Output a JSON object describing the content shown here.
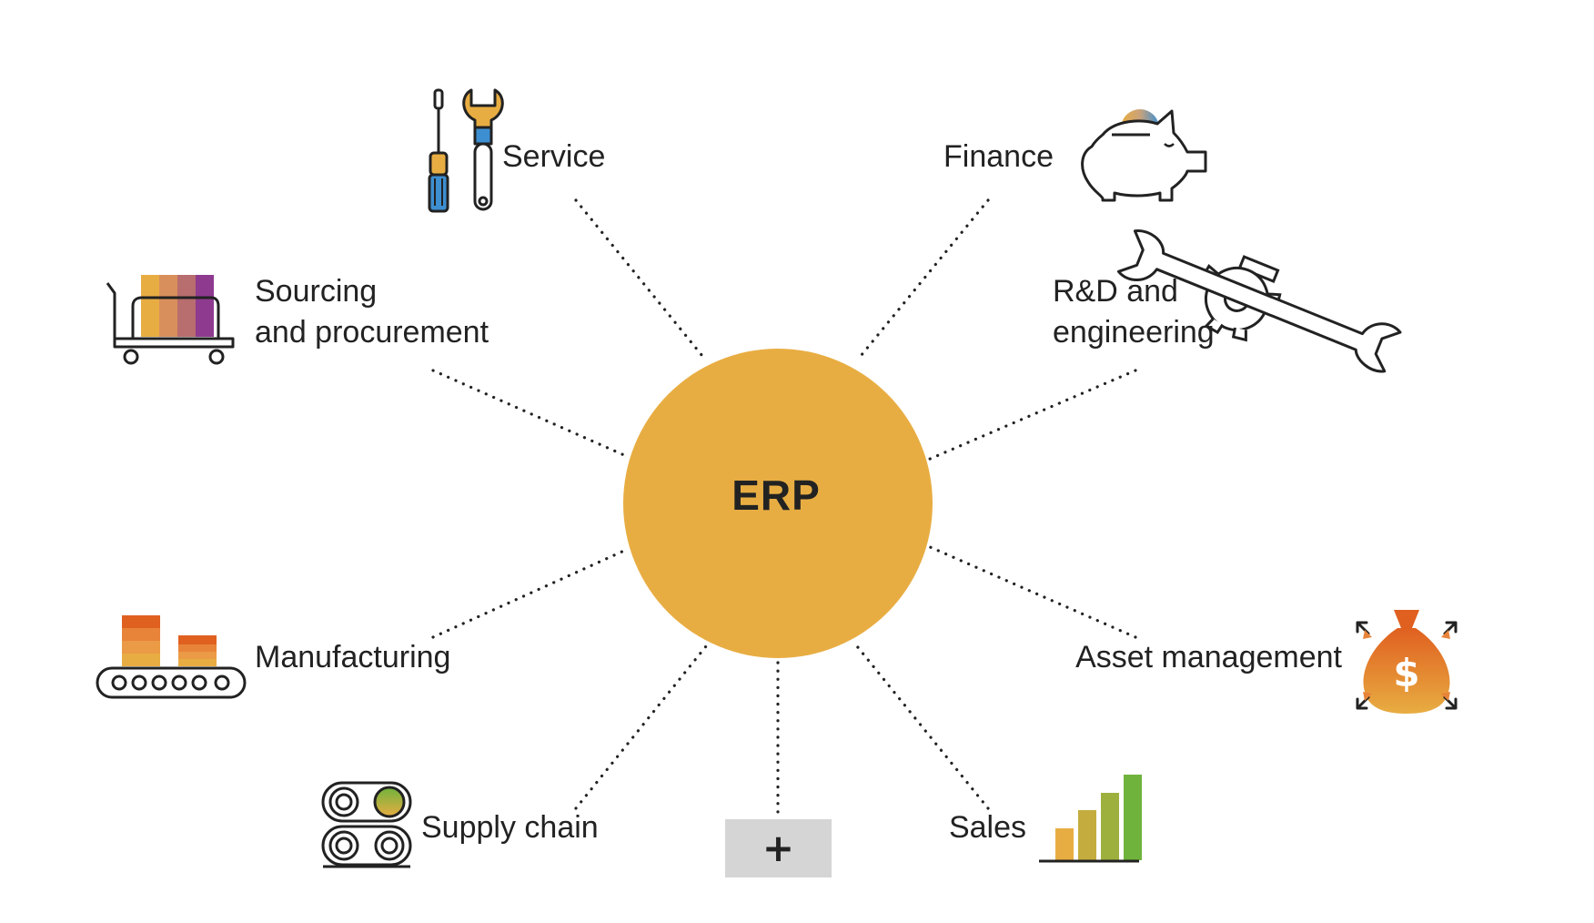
{
  "center": {
    "label": "ERP",
    "color": "#e8ad42"
  },
  "modules": {
    "service": "Service",
    "finance": "Finance",
    "sourcing": [
      "Sourcing",
      "and procurement"
    ],
    "rnd": [
      "R&D and",
      "engineering"
    ],
    "manufacturing": "Manufacturing",
    "asset_management": "Asset management",
    "supply_chain": "Supply chain",
    "sales": "Sales"
  },
  "add_button": {
    "label": "+"
  },
  "colors": {
    "orange": "#e8ad42",
    "purple": "#8e3a8f",
    "red_orange": "#e06020",
    "green": "#6fb33c",
    "blue": "#3d8fd1",
    "line": "#222222"
  },
  "icons": {
    "service": "tools-icon",
    "finance": "piggy-bank-icon",
    "sourcing": "cart-icon",
    "rnd": "gear-wrench-icon",
    "manufacturing": "conveyor-icon",
    "asset_management": "money-bag-icon",
    "supply_chain": "supply-rolls-icon",
    "sales": "bar-chart-icon"
  }
}
